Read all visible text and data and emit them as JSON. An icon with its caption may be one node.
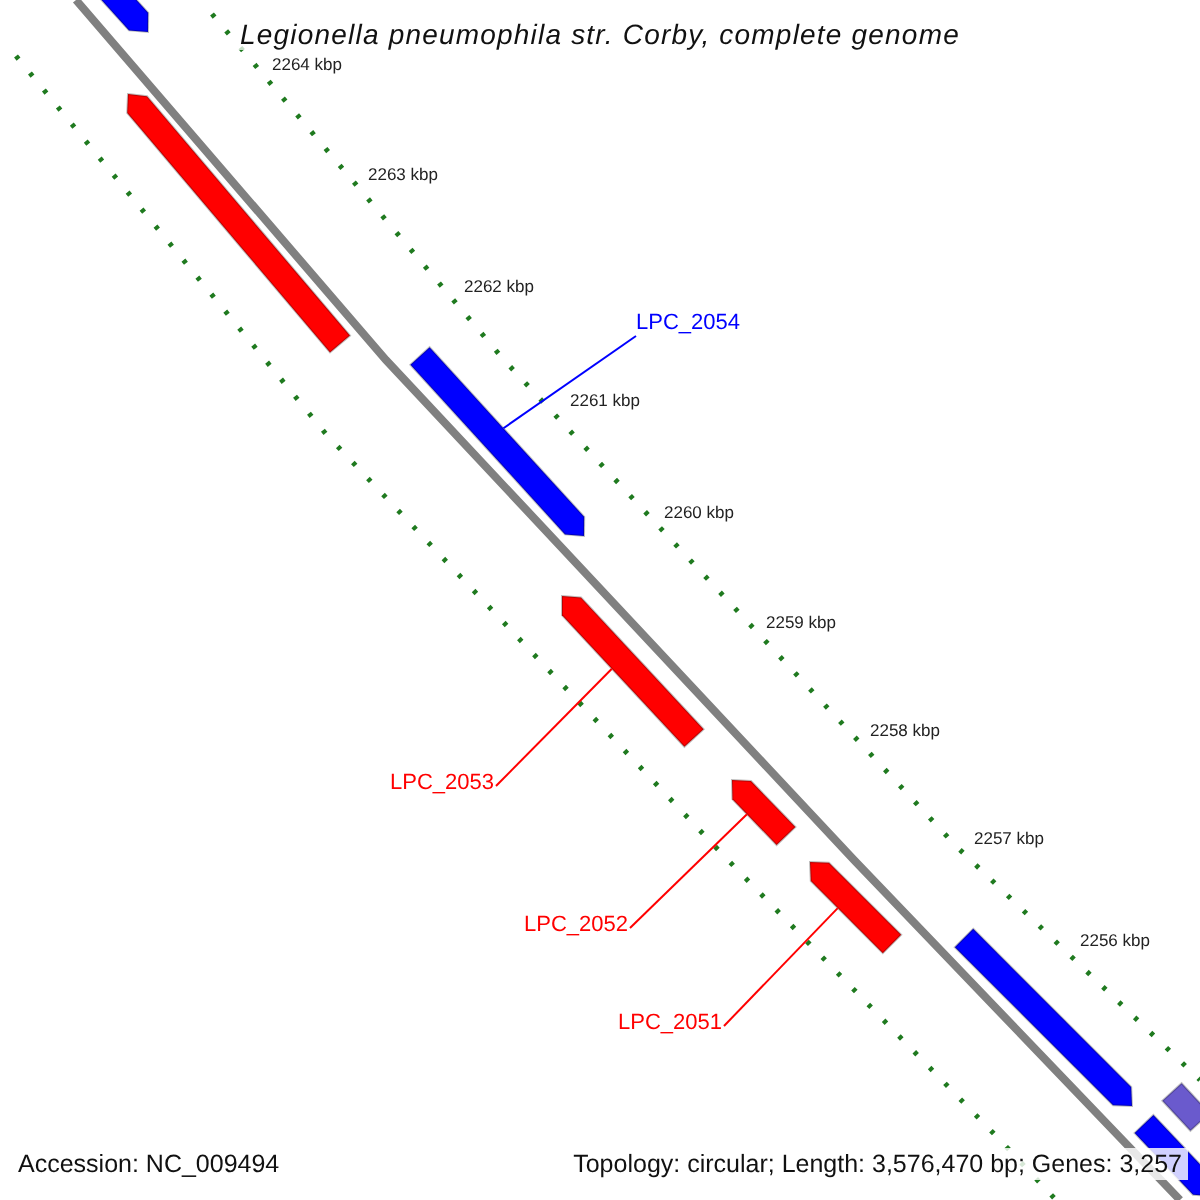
{
  "diagram": {
    "title": "Legionella pneumophila str. Corby, complete genome",
    "nodes": [
      {
        "text": [
          "LPC_2054"
        ]
      },
      {
        "text": [
          "LPC_2053"
        ]
      },
      {
        "text": [
          "LPC_2052"
        ]
      },
      {
        "text": [
          "LPC_2051"
        ]
      },
      {
        "text": [],
        "shape": "arrow"
      },
      {
        "text": [],
        "shape": "arrow"
      },
      {
        "text": [],
        "shape": "arrow"
      },
      {
        "text": [],
        "shape": "arrow"
      },
      {
        "text": [],
        "shape": "arrow"
      },
      {
        "text": [],
        "shape": "arrow"
      },
      {
        "text": [],
        "shape": "arrow"
      },
      {
        "text": [],
        "shape": "arrow"
      },
      {
        "text": [],
        "shape": "arrow"
      }
    ],
    "edges": [
      {
        "from": 0,
        "to": 6,
        "arrow": "none",
        "color": "#0000ff"
      },
      {
        "from": 1,
        "to": 7,
        "arrow": "none"
      },
      {
        "from": 2,
        "to": 8,
        "arrow": "none"
      },
      {
        "from": 3,
        "to": 9,
        "arrow": "none"
      }
    ],
    "labels": [
      "2264 kbp",
      "2263 kbp",
      "2262 kbp",
      "2261 kbp",
      "2260 kbp",
      "2259 kbp",
      "2258 kbp",
      "2257 kbp",
      "2256 kbp",
      "Accession: NC_009494",
      "Topology: circular; Length: 3,576,470 bp; Genes: 3,257"
    ]
  }
}
